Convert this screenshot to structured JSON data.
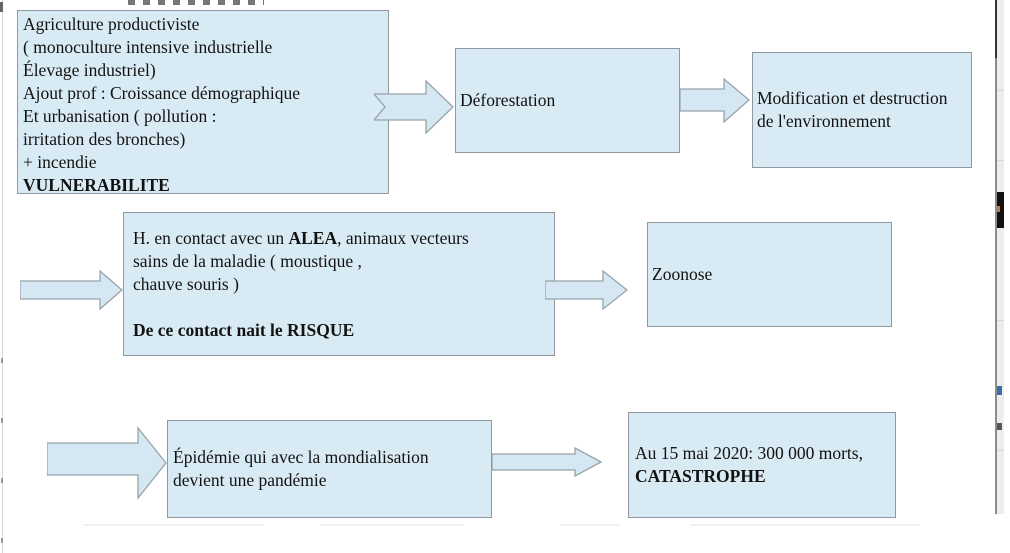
{
  "palette": {
    "box_fill": "#d8eaf4",
    "box_border": "#8f999d",
    "arrow_fill": "#d4e7f3",
    "arrow_border": "#98a3a8",
    "text_color": "#121212",
    "page_bg": "#ffffff"
  },
  "diagram": {
    "boxes": {
      "vulnerabilite": {
        "lines": [
          "Agriculture productiviste",
          "( monoculture intensive industrielle",
          "Élevage industriel)",
          "Ajout prof : Croissance démographique",
          "Et urbanisation ( pollution :",
          "irritation des bronches)",
          "+ incendie"
        ],
        "bold_line": "VULNERABILITE"
      },
      "deforestation": {
        "label": "Déforestation"
      },
      "modification": {
        "line1": "Modification et destruction",
        "line2": "de l'environnement"
      },
      "alea": {
        "line1_pre": "H. en contact avec un ",
        "line1_bold": "ALEA",
        "line1_post": ", animaux vecteurs",
        "line2": "sains de la maladie ( moustique ,",
        "line3": "chauve souris )",
        "bold_line": "De ce contact nait le RISQUE"
      },
      "zoonose": {
        "label": "Zoonose"
      },
      "epidemie": {
        "line1": "Épidémie qui avec la mondialisation",
        "line2": "devient une pandémie"
      },
      "catastrophe": {
        "line1": "Au 15 mai 2020: 300 000 morts,",
        "bold_line": "CATASTROPHE"
      }
    }
  }
}
